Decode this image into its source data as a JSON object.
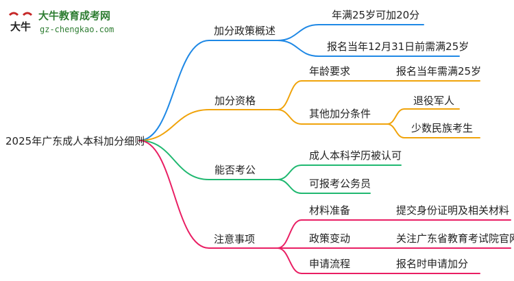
{
  "logo": {
    "title": "大牛教育成考网",
    "url": "gz-chengkao.com",
    "mark_text": "大牛"
  },
  "colors": {
    "blue": "#1e88e5",
    "orange": "#f0a30a",
    "green": "#1fb870",
    "pink": "#e91e63"
  },
  "root": "2025年广东成人本科加分细则",
  "branches": {
    "policy": {
      "label": "加分政策概述",
      "children": [
        "年满25岁可加20分",
        "报名当年12月31日前需满25岁"
      ]
    },
    "qualify": {
      "label": "加分资格",
      "age": {
        "label": "年龄要求",
        "value": "报名当年需满25岁"
      },
      "other": {
        "label": "其他加分条件",
        "children": [
          "退役军人",
          "少数民族考生"
        ]
      }
    },
    "civil": {
      "label": "能否考公",
      "children": [
        "成人本科学历被认可",
        "可报考公务员"
      ]
    },
    "notes": {
      "label": "注意事项",
      "items": [
        {
          "label": "材料准备",
          "value": "提交身份证明及相关材料"
        },
        {
          "label": "政策变动",
          "value": "关注广东省教育考试院官网"
        },
        {
          "label": "申请流程",
          "value": "报名时申请加分"
        }
      ]
    }
  }
}
